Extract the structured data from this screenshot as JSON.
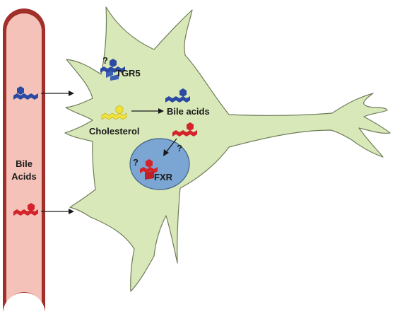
{
  "labels": {
    "vessel_line1": "Bile",
    "vessel_line2": "Acids",
    "tgr5": "TGR5",
    "bile_acids": "Bile acids",
    "cholesterol": "Cholesterol",
    "fxr": "FXR",
    "question_mark": "?"
  },
  "colors": {
    "vessel_wall": "#a1302a",
    "vessel_lumen": "#f4c2b8",
    "cell_fill": "#d8e8b8",
    "cell_stroke": "#6f7d5a",
    "nucleus_fill": "#7ba6d4",
    "nucleus_stroke": "#3e5f86",
    "bile_acid_blue": "#2b4aa3",
    "bile_acid_red": "#d2242a",
    "cholesterol_yellow": "#efe23a",
    "receptor_blue": "#3c5fb5",
    "receptor_red": "#c01f26"
  }
}
